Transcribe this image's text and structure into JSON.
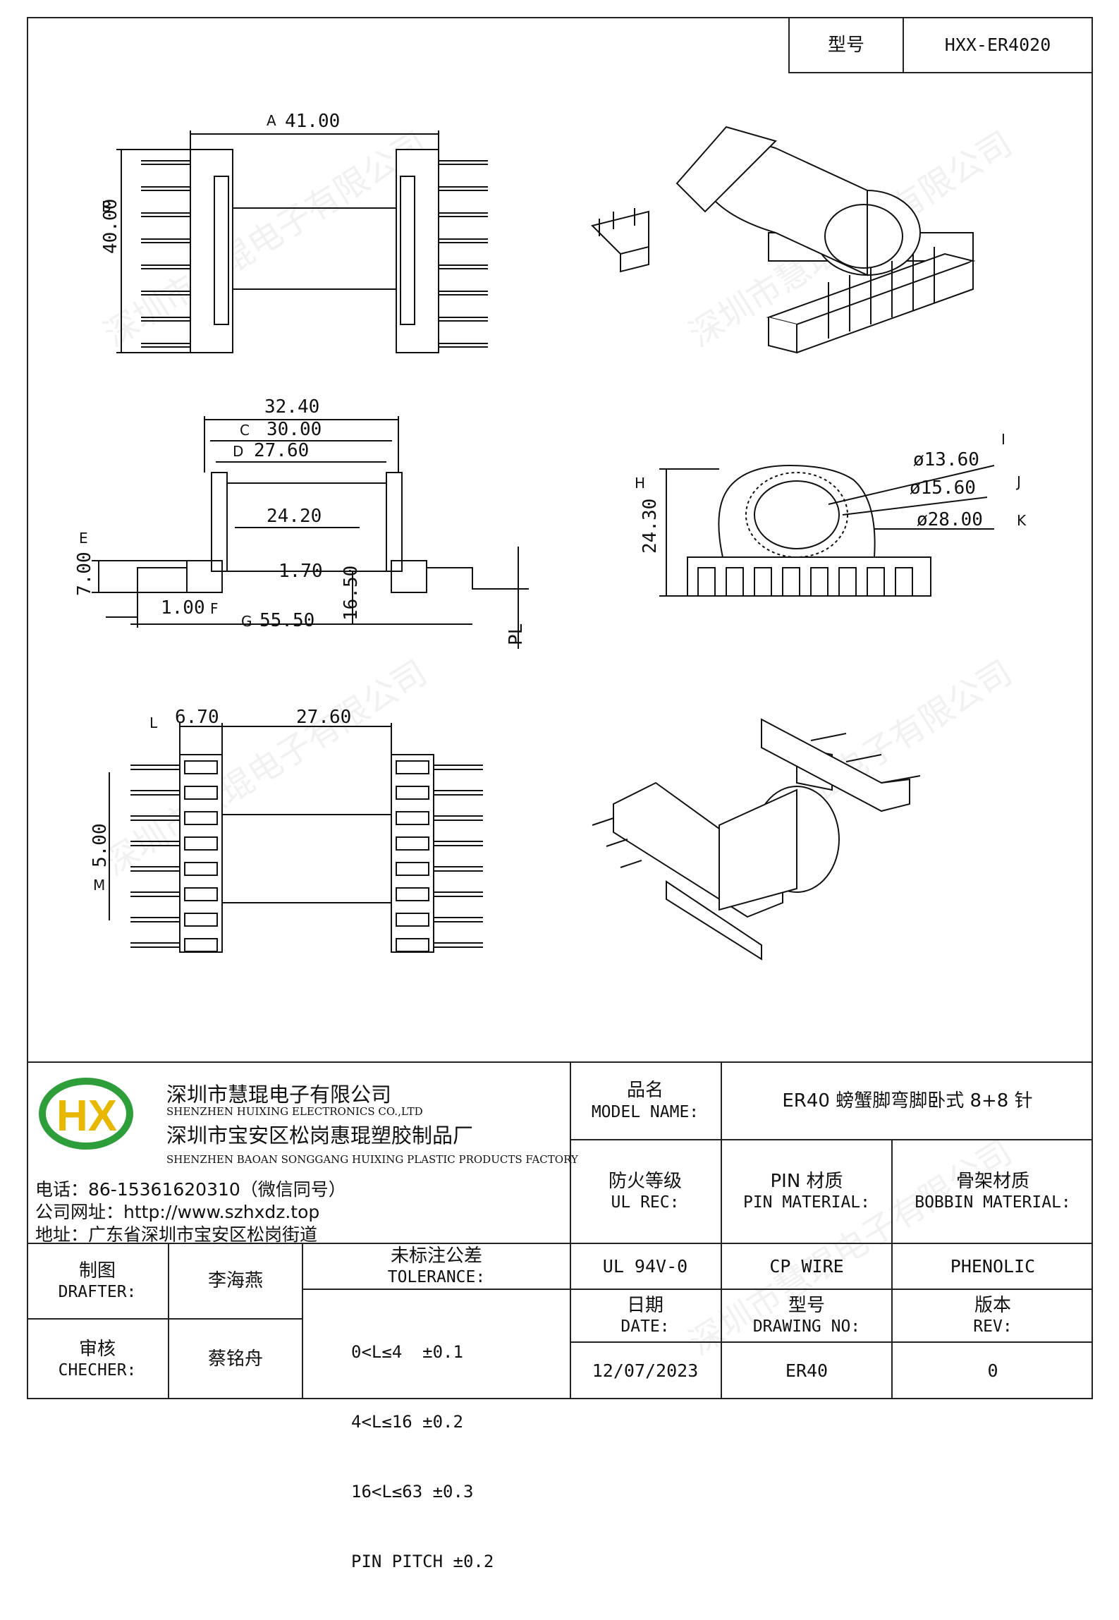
{
  "header": {
    "model_label": "型号",
    "model_value": "HXX-ER4020"
  },
  "dimensions": {
    "top_view": {
      "width_marker": "A",
      "width": "41.00",
      "height_marker": "B",
      "height": "40.00"
    },
    "side_view": {
      "overall": "32.40",
      "c_marker": "C",
      "c": "30.00",
      "d_marker": "D",
      "d": "27.60",
      "inner": "24.20",
      "wall": "1.70",
      "e_marker": "E",
      "e": "7.00",
      "f": "1.00",
      "f_marker": "F",
      "g_marker": "G",
      "g": "55.50",
      "pin_len": "16.50",
      "pl_label": "PL"
    },
    "end_view": {
      "h_marker": "H",
      "h": "24.30",
      "d1": "ø13.60",
      "d1_marker": "I",
      "d2": "ø15.60",
      "d2_marker": "J",
      "d3": "ø28.00",
      "d3_marker": "K"
    },
    "bottom_view": {
      "l_marker": "L",
      "l": "6.70",
      "span": "27.60",
      "m_marker": "M",
      "m": "5.00"
    }
  },
  "company": {
    "logo_text": "HX",
    "name_cn": "深圳市慧琨电子有限公司",
    "name_en": "SHENZHEN HUIXING ELECTRONICS CO.,LTD",
    "factory_cn": "深圳市宝安区松岗惠琨塑胶制品厂",
    "factory_en": "SHENZHEN BAOAN SONGGANG HUIXING PLASTIC PRODUCTS FACTORY",
    "phone": "电话：86-15361620310（微信同号）",
    "website": "公司网址：http://www.szhxdz.top",
    "address": "地址：广东省深圳市宝安区松岗街道"
  },
  "title_block": {
    "model_name_cn": "品名",
    "model_name_en": "MODEL NAME:",
    "model_name_value": "ER40 螃蟹脚弯脚卧式 8+8 针",
    "ul_cn": "防火等级",
    "ul_en": "UL REC:",
    "pin_cn": "PIN 材质",
    "pin_en": "PIN MATERIAL:",
    "bobbin_cn": "骨架材质",
    "bobbin_en": "BOBBIN MATERIAL:",
    "ul_value": "UL 94V-0",
    "pin_value": "CP WIRE",
    "bobbin_value": "PHENOLIC",
    "drafter_cn": "制图",
    "drafter_en": "DRAFTER:",
    "drafter_name": "李海燕",
    "checker_cn": "审核",
    "checker_en": "CHECHER:",
    "checker_name": "蔡铭舟",
    "tolerance_cn": "未标注公差",
    "tolerance_en": "TOLERANCE:",
    "tolerances": [
      "0<L≤4  ±0.1",
      "4<L≤16 ±0.2",
      "16<L≤63 ±0.3",
      "PIN PITCH ±0.2"
    ],
    "date_cn": "日期",
    "date_en": "DATE:",
    "date_value": "12/07/2023",
    "drawing_cn": "型号",
    "drawing_en": "DRAWING NO:",
    "drawing_value": "ER40",
    "rev_cn": "版本",
    "rev_en": "REV:",
    "rev_value": "0"
  },
  "watermark": "深圳市慧琨电子有限公司"
}
